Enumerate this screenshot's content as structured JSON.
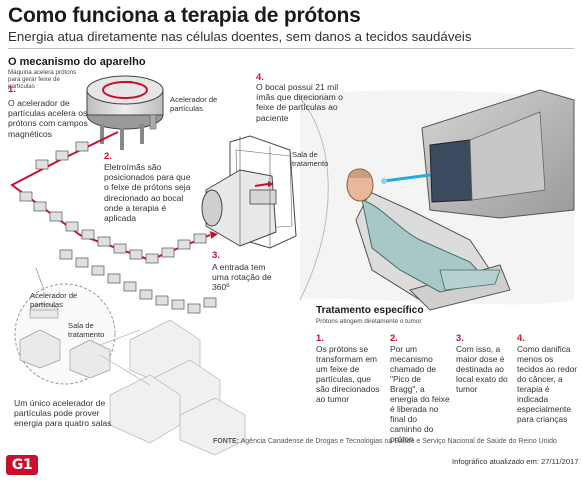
{
  "header": {
    "title": "Como funciona a terapia de prótons",
    "subtitle": "Energia atua diretamente nas células doentes, sem danos a tecidos saudáveis"
  },
  "mechanism": {
    "title": "O mecanismo do aparelho",
    "subtitle": "Máquina acelera prótons para gerar feixe de partículas",
    "accelerator_label": "Acelerador de partículas",
    "treatment_room_label": "Sala de tratamento",
    "steps": [
      {
        "num": "1.",
        "text": "O acelerador de partículas acelera os prótons com campos magnéticos"
      },
      {
        "num": "2.",
        "text": "Eletroímãs são posicionados para que o feixe de prótons seja direcionado ao bocal onde a terapia é aplicada"
      },
      {
        "num": "3.",
        "text": "A entrada tem uma rotação de 360º"
      },
      {
        "num": "4.",
        "text": "O bocal possui 21 mil ímãs que direcionam o feixe de partículas ao paciente"
      }
    ],
    "facility": {
      "accelerator_label": "Acelerador de partículas",
      "room_label": "Sala de tratamento",
      "caption": "Um único acelerador de partículas pode prover energia para quatro salas"
    }
  },
  "treatment": {
    "title": "Tratamento específico",
    "subtitle": "Prótons atingem diretamente o tumor",
    "items": [
      {
        "num": "1.",
        "text": "Os prótons se transformam em um feixe de partículas, que são direcionados ao tumor"
      },
      {
        "num": "2.",
        "text": "Por um mecanismo chamado de \"Pico de Bragg\", a energia do feixe é liberada no final do caminho do próton"
      },
      {
        "num": "3.",
        "text": "Com isso, a maior dose é destinada ao local exato do tumor"
      },
      {
        "num": "4.",
        "text": "Como danifica menos os tecidos ao redor do câncer, a terapia é indicada especialmente para crianças"
      }
    ]
  },
  "footer": {
    "source_label": "FONTE:",
    "source_text": "Agência Canadense de Drogas e Tecnologias na Saúde e Serviço Nacional de Saúde do Reino Unido",
    "credit": "Infográfico atualizado em: 27/11/2017",
    "logo": "G1"
  },
  "colors": {
    "accent": "#c8102e",
    "beam": "#2aa8e0",
    "machine": "#d9d9d9",
    "outline": "#555555"
  },
  "icons": [
    "g1-logo",
    "patient-illustration",
    "treatment-nozzle",
    "particle-accelerator",
    "beamline",
    "gantry"
  ]
}
